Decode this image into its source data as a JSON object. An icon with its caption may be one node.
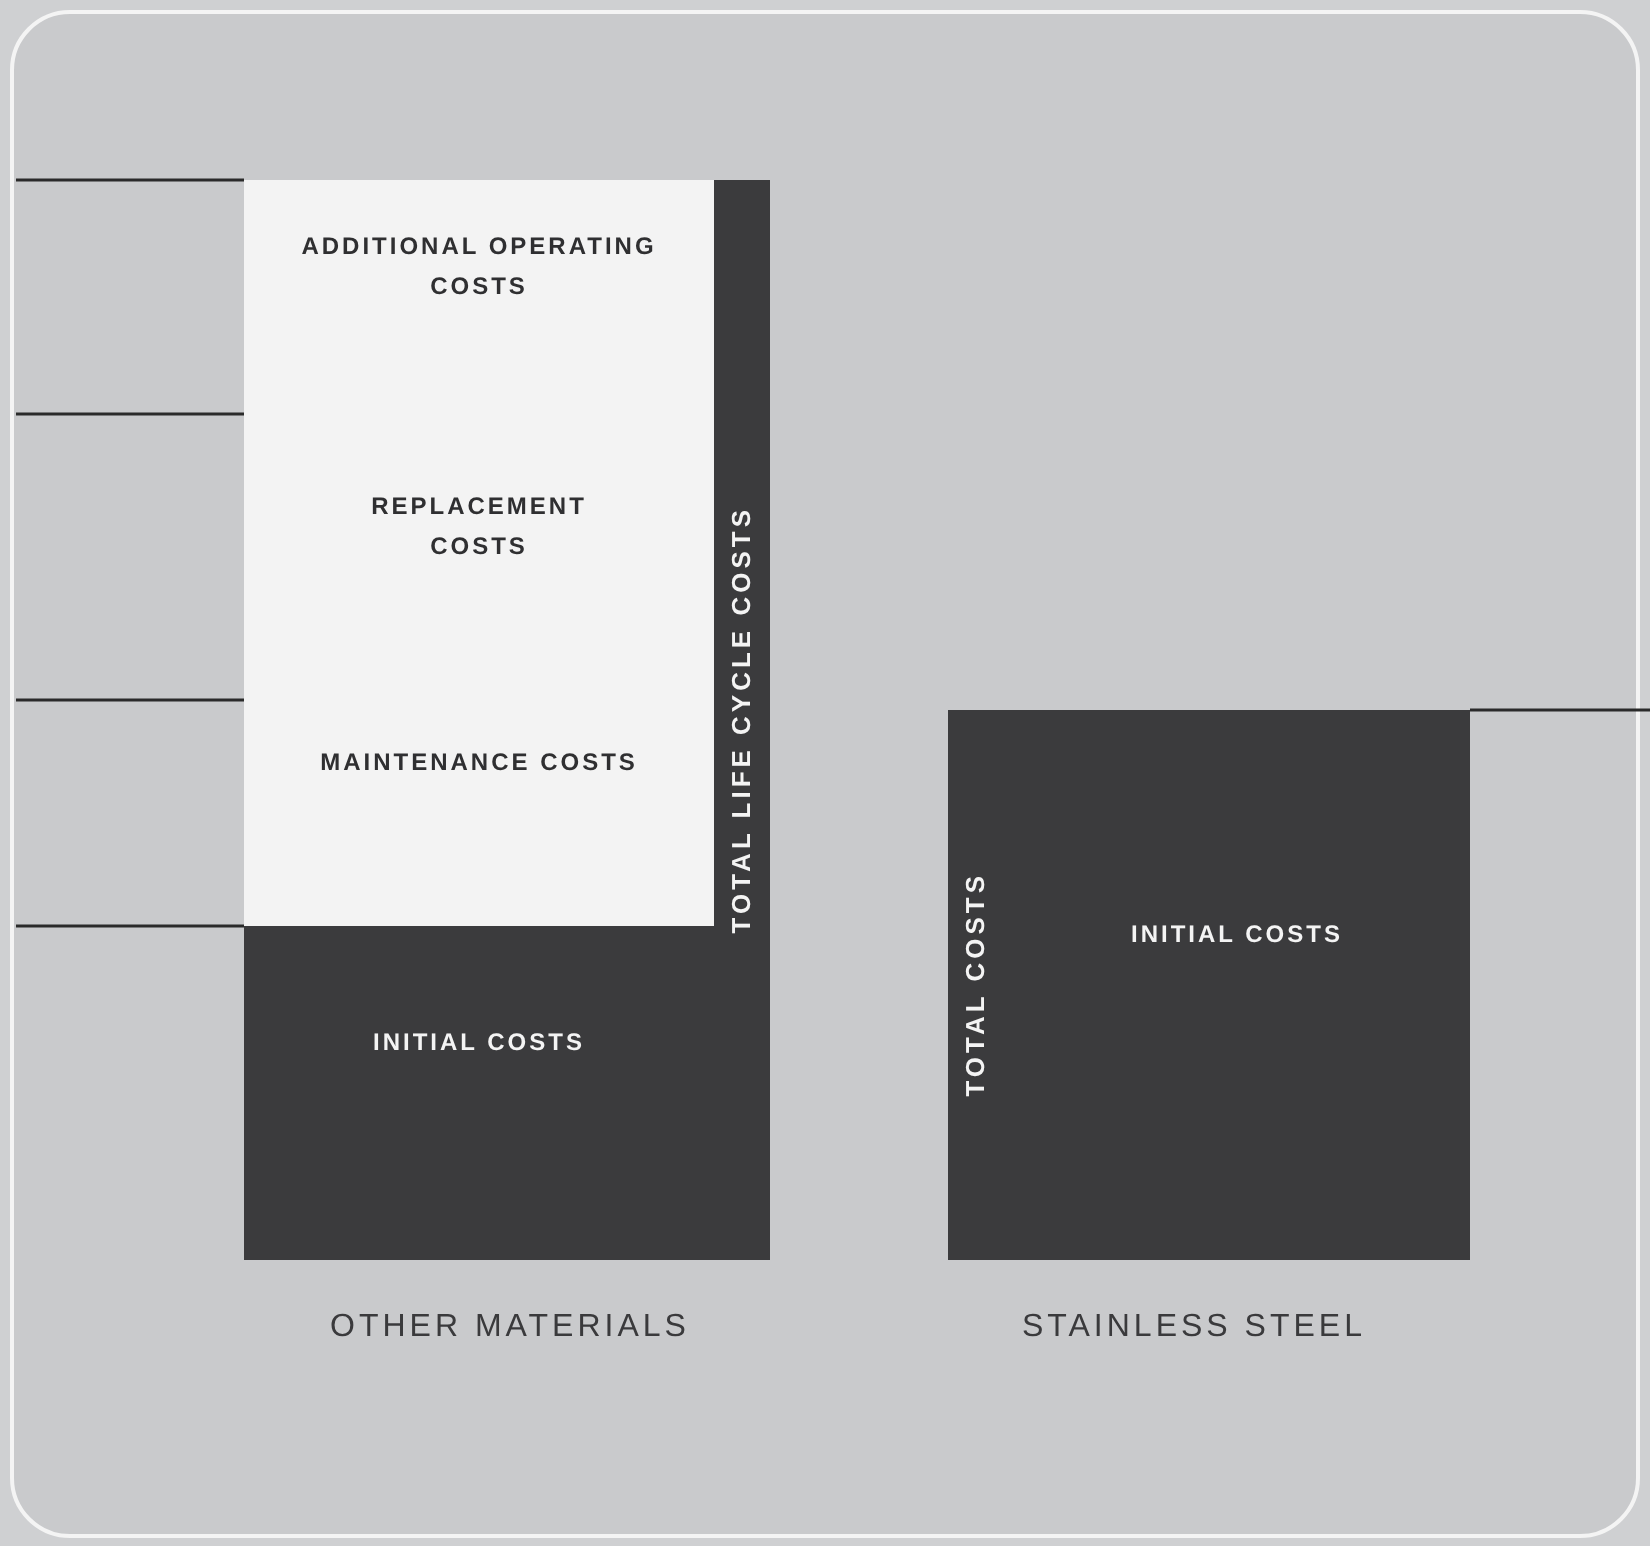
{
  "diagram": {
    "nodes": [
      {
        "text": [
          "ADDITIONAL OPERATING COSTS"
        ]
      },
      {
        "text": [
          "REPLACEMENT COSTS"
        ]
      },
      {
        "text": [
          "MAINTENANCE COSTS"
        ]
      },
      {
        "text": [
          "INITIAL COSTS"
        ]
      },
      {
        "text": [
          "TOTAL LIFE CYCLE COSTS"
        ]
      },
      {
        "text": [
          "TOTAL COSTS"
        ]
      },
      {
        "text": [
          "INITIAL COSTS"
        ]
      }
    ],
    "labels": [
      "OTHER MATERIALS",
      "STAINLESS STEEL"
    ]
  }
}
